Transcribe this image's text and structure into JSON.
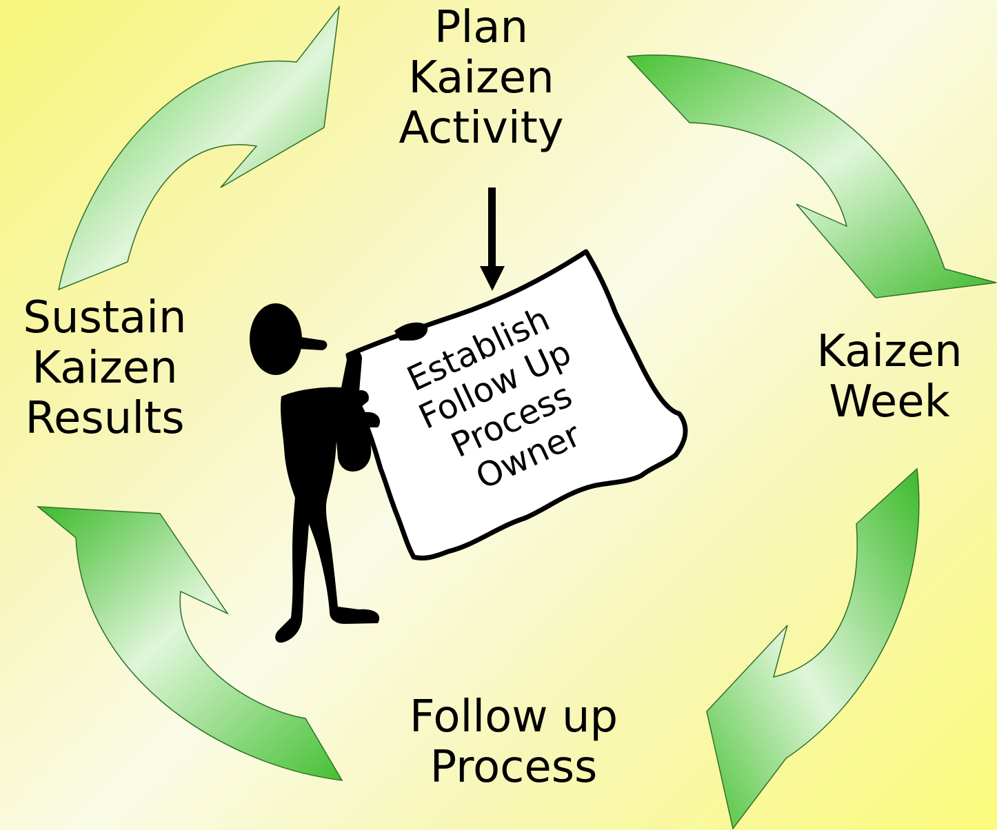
{
  "cycle_steps": {
    "plan": {
      "lines": [
        "Plan",
        "Kaizen",
        "Activity"
      ]
    },
    "kaizen_week": {
      "lines": [
        "Kaizen",
        "Week"
      ]
    },
    "follow_up": {
      "lines": [
        "Follow up",
        "Process"
      ]
    },
    "sustain": {
      "lines": [
        "Sustain",
        "Kaizen",
        "Results"
      ]
    }
  },
  "sign": {
    "lines": [
      "Establish",
      "Follow Up",
      "Process",
      "Owner"
    ]
  },
  "colors": {
    "arrow_light": "#dff5d8",
    "arrow_dark": "#4fc43a",
    "arrow_stroke": "#2f6e2a",
    "figure": "#000000",
    "sign_fill": "#ffffff"
  },
  "icons": [
    "cycle-arrow",
    "presenter-silhouette",
    "sign-board",
    "down-arrow"
  ]
}
